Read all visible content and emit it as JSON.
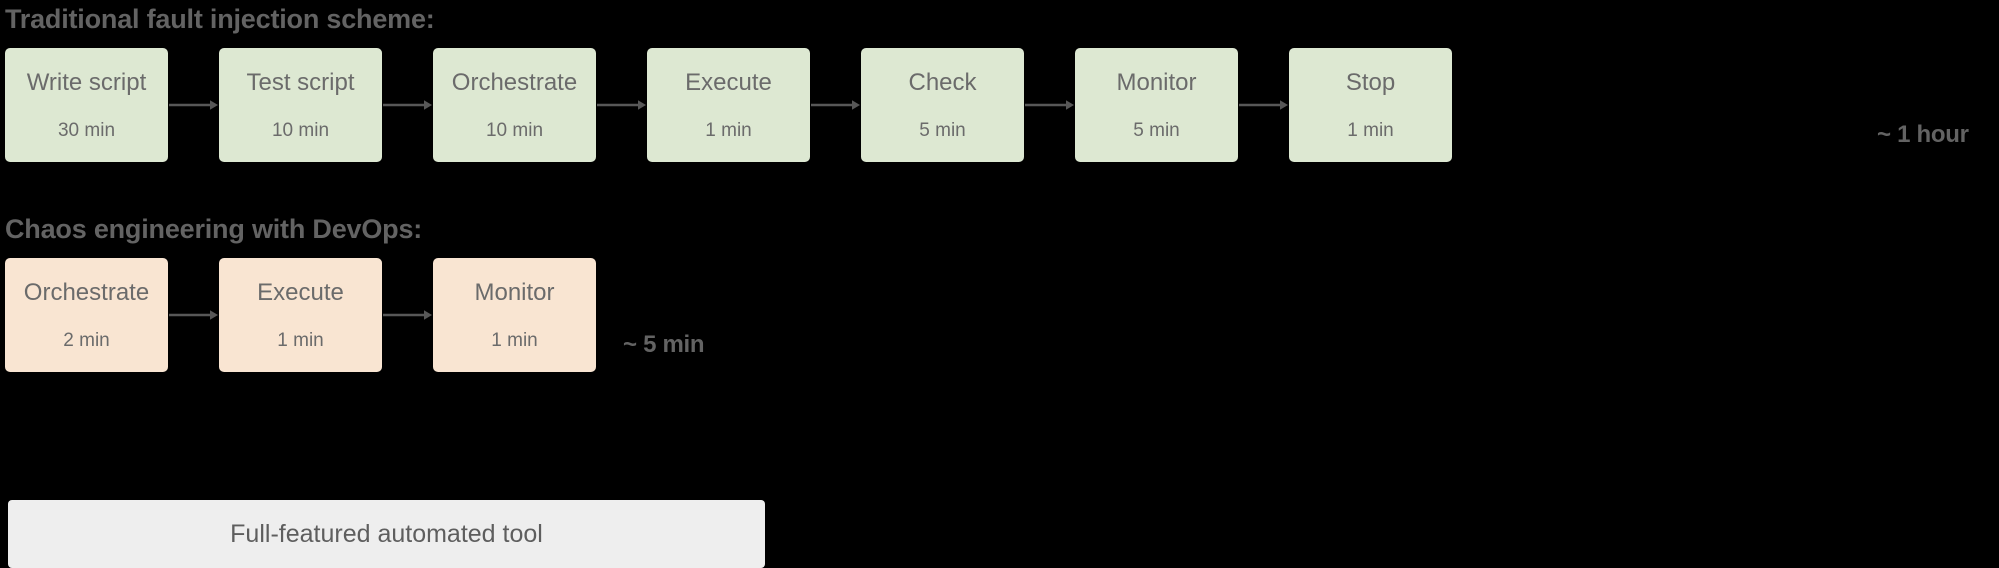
{
  "diagram": {
    "background_color": "#000000",
    "sections": [
      {
        "id": "traditional",
        "heading": "Traditional fault injection scheme:",
        "node_fill_color": "#dde8d2",
        "total_label": "~ 1 hour",
        "nodes": [
          {
            "label": "Write script",
            "duration": "30 min",
            "width": 163
          },
          {
            "label": "Test script",
            "duration": "10 min",
            "width": 163
          },
          {
            "label": "Orchestrate",
            "duration": "10 min",
            "width": 163
          },
          {
            "label": "Execute",
            "duration": "1 min",
            "width": 163
          },
          {
            "label": "Check",
            "duration": "5 min",
            "width": 163
          },
          {
            "label": "Monitor",
            "duration": "5 min",
            "width": 163
          },
          {
            "label": "Stop",
            "duration": "1 min",
            "width": 163
          }
        ]
      },
      {
        "id": "chaos",
        "heading": "Chaos engineering with DevOps:",
        "node_fill_color": "#f9e5d2",
        "total_label": "~ 5 min",
        "nodes": [
          {
            "label": "Orchestrate",
            "duration": "2 min",
            "width": 163
          },
          {
            "label": "Execute",
            "duration": "1 min",
            "width": 163
          },
          {
            "label": "Monitor",
            "duration": "1 min",
            "width": 163
          }
        ]
      }
    ],
    "banner": {
      "text": "Full-featured automated tool",
      "fill_color": "#eeeeee"
    },
    "arrow_color": "#575757",
    "text_color": "#6b6b6b",
    "heading_color": "#636363"
  }
}
